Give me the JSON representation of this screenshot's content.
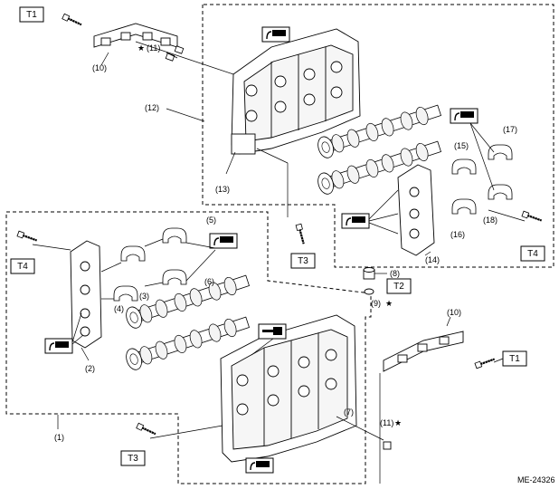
{
  "diagram": {
    "reference_code": "ME-24326",
    "torque_labels": {
      "t1_top": "T1",
      "t1_right": "T1",
      "t2": "T2",
      "t3_center": "T3",
      "t3_bottom": "T3",
      "t4_left": "T4",
      "t4_right": "T4"
    },
    "callouts": {
      "c1": "(1)",
      "c2": "(2)",
      "c3": "(3)",
      "c4": "(4)",
      "c5": "(5)",
      "c6": "(6)",
      "c7": "(7)",
      "c8": "(8)",
      "c9": "(9)",
      "c10_top": "(10)",
      "c10_right": "(10)",
      "c11_top": "(11)",
      "c11_bottom": "(11)",
      "c12": "(12)",
      "c13": "(13)",
      "c14": "(14)",
      "c15": "(15)",
      "c16": "(16)",
      "c17": "(17)",
      "c18": "(18)"
    },
    "star_mark": "★"
  }
}
